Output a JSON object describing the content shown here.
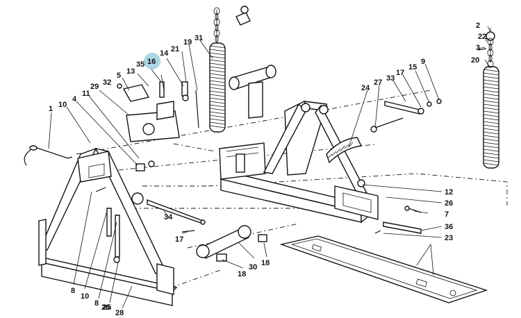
{
  "highlight": {
    "color": "#a9d7e3",
    "part": "16"
  },
  "callouts": [
    {
      "id": "c1",
      "text": "1"
    },
    {
      "id": "c2a",
      "text": "2"
    },
    {
      "id": "c3",
      "text": "3"
    },
    {
      "id": "c4",
      "text": "4"
    },
    {
      "id": "c5",
      "text": "5"
    },
    {
      "id": "c7",
      "text": "7"
    },
    {
      "id": "c8a",
      "text": "8"
    },
    {
      "id": "c8b",
      "text": "8"
    },
    {
      "id": "c9",
      "text": "9"
    },
    {
      "id": "c10a",
      "text": "10"
    },
    {
      "id": "c10b",
      "text": "10"
    },
    {
      "id": "c11",
      "text": "11"
    },
    {
      "id": "c12",
      "text": "12"
    },
    {
      "id": "c13",
      "text": "13"
    },
    {
      "id": "c14",
      "text": "14"
    },
    {
      "id": "c15",
      "text": "15"
    },
    {
      "id": "c16",
      "text": "16"
    },
    {
      "id": "c17a",
      "text": "17"
    },
    {
      "id": "c17b",
      "text": "17"
    },
    {
      "id": "c18a",
      "text": "18"
    },
    {
      "id": "c18b",
      "text": "18"
    },
    {
      "id": "c19",
      "text": "19"
    },
    {
      "id": "c20",
      "text": "20"
    },
    {
      "id": "c21",
      "text": "21"
    },
    {
      "id": "c22",
      "text": "22"
    },
    {
      "id": "c23",
      "text": "23"
    },
    {
      "id": "c24",
      "text": "24"
    },
    {
      "id": "c25",
      "text": "25"
    },
    {
      "id": "c26a",
      "text": "26"
    },
    {
      "id": "c26b",
      "text": "26"
    },
    {
      "id": "c27",
      "text": "27"
    },
    {
      "id": "c28",
      "text": "28"
    },
    {
      "id": "c29",
      "text": "29"
    },
    {
      "id": "c30",
      "text": "30"
    },
    {
      "id": "c31",
      "text": "31"
    },
    {
      "id": "c32",
      "text": "32"
    },
    {
      "id": "c33",
      "text": "33"
    },
    {
      "id": "c34",
      "text": "34"
    },
    {
      "id": "c35",
      "text": "35"
    },
    {
      "id": "c36",
      "text": "36"
    }
  ]
}
